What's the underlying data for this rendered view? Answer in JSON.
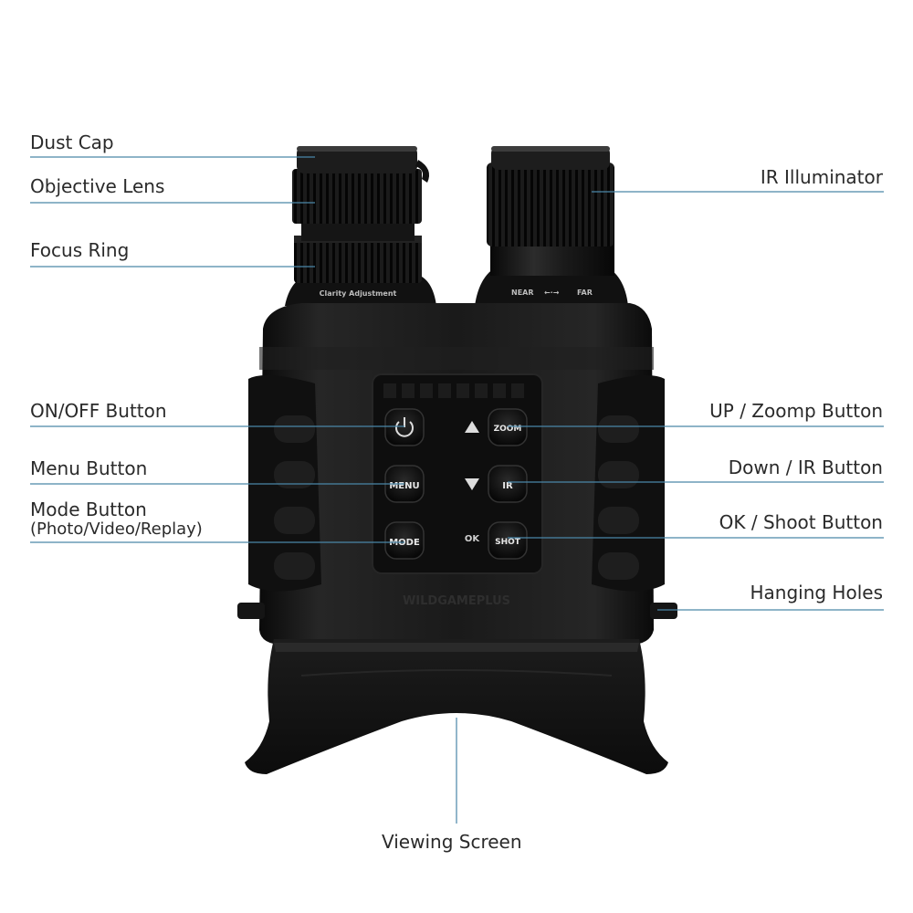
{
  "labels": {
    "dust_cap": "Dust Cap",
    "objective_lens": "Objective Lens",
    "focus_ring": "Focus Ring",
    "on_off_button": "ON/OFF Button",
    "menu_button": "Menu Button",
    "mode_button": "Mode Button",
    "mode_button_sub": "(Photo/Video/Replay)",
    "ir_illuminator": "IR Illuminator",
    "up_zoom_button": "UP / Zoomp Button",
    "down_ir_button": "Down / IR Button",
    "ok_shoot_button": "OK / Shoot Button",
    "hanging_holes": "Hanging Holes",
    "viewing_screen": "Viewing Screen"
  },
  "device": {
    "clarity_text": "Clarity Adjustment",
    "near_text": "NEAR",
    "far_text": "FAR",
    "btn_zoom": "ZOOM",
    "btn_menu": "MENU",
    "btn_ir": "IR",
    "btn_mode": "MODE",
    "btn_shot": "SHOT",
    "ok_text": "OK",
    "brand": "WILDGAMEPLUS"
  },
  "colors": {
    "leader_line": "#4a86a8",
    "label_text": "#2a2a2a",
    "body": "#141414"
  }
}
